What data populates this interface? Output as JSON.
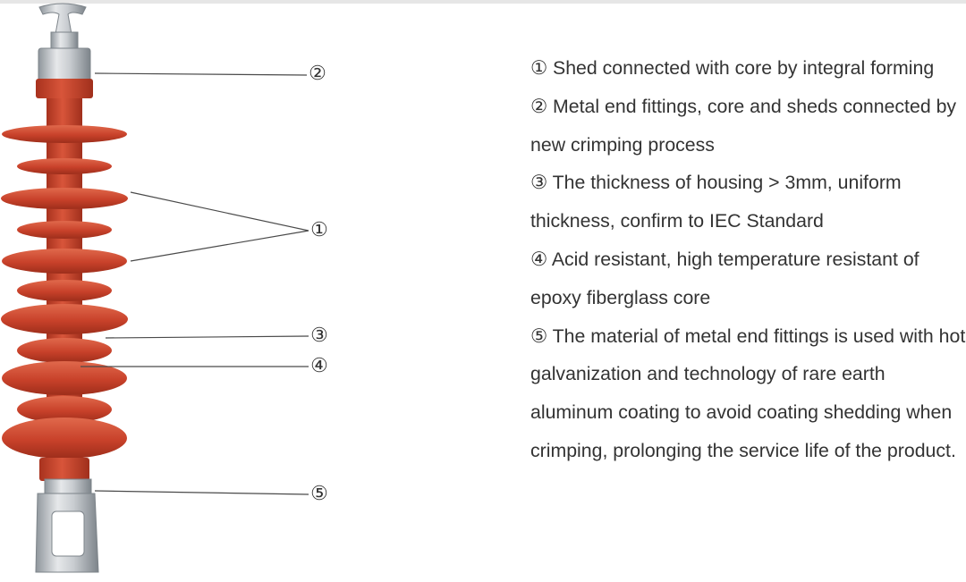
{
  "callouts": [
    {
      "marker": "②"
    },
    {
      "marker": "①"
    },
    {
      "marker": "③"
    },
    {
      "marker": "④"
    },
    {
      "marker": "⑤"
    }
  ],
  "descriptions": [
    {
      "text": "① Shed connected with core by integral forming"
    },
    {
      "text": "② Metal end fittings, core and sheds connected by new crimping process"
    },
    {
      "text": "③ The thickness of housing > 3mm, uniform thickness, confirm to IEC Standard"
    },
    {
      "text": "④ Acid resistant, high temperature resistant of epoxy fiberglass core"
    },
    {
      "text": "⑤ The material of metal end fittings is used with hot galvanization and technology of rare earth aluminum coating to avoid coating shedding when crimping, prolonging the service life of the product."
    }
  ],
  "colors": {
    "housing": "#c8412a",
    "shed_top": "#d85a3f",
    "shed_shadow": "#a8321e",
    "metal": "#c9cdd1",
    "metal_dark": "#8e959b",
    "text": "#333333",
    "leader": "#4a4a4a"
  }
}
